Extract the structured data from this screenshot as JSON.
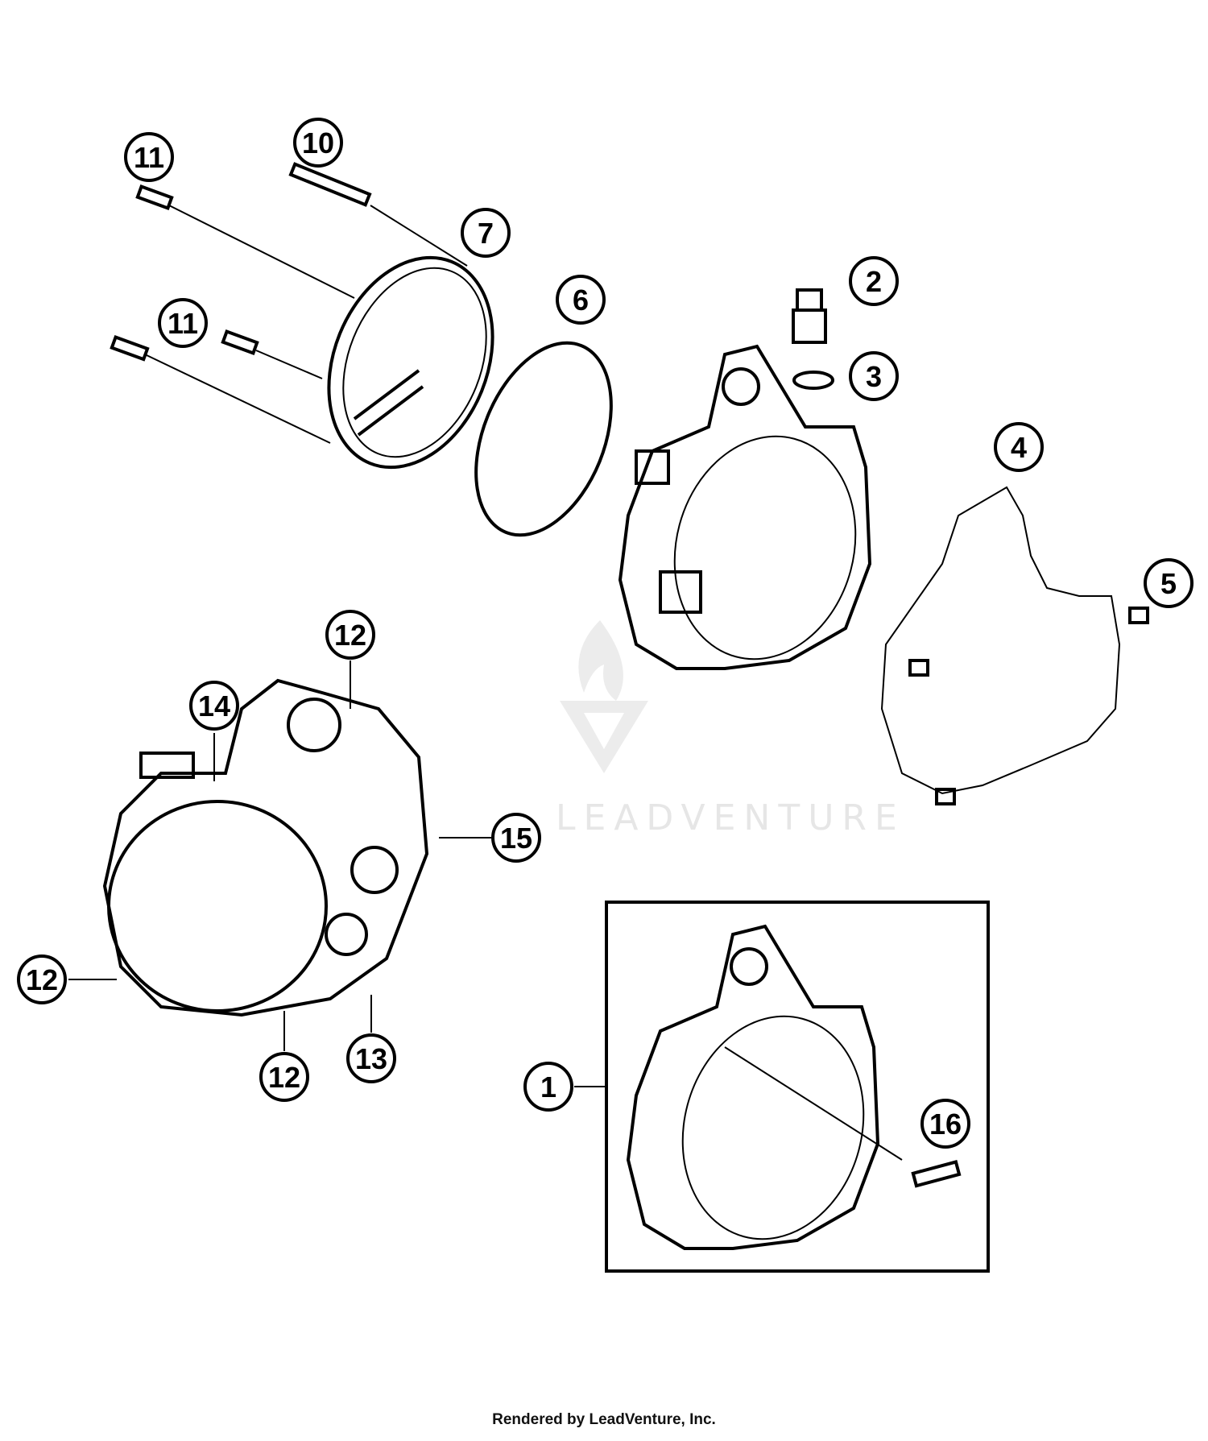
{
  "watermark": {
    "brand": "LEADVENTURE"
  },
  "footer": {
    "text": "Rendered by LeadVenture, Inc."
  },
  "colors": {
    "line": "#000000",
    "background": "#ffffff",
    "watermark": "#e6e6e6"
  },
  "callouts": [
    {
      "label": "11"
    },
    {
      "label": "10"
    },
    {
      "label": "7"
    },
    {
      "label": "6"
    },
    {
      "label": "2"
    },
    {
      "label": "3"
    },
    {
      "label": "11"
    },
    {
      "label": "4"
    },
    {
      "label": "5"
    },
    {
      "label": "12"
    },
    {
      "label": "14"
    },
    {
      "label": "15"
    },
    {
      "label": "12"
    },
    {
      "label": "12"
    },
    {
      "label": "13"
    },
    {
      "label": "1"
    },
    {
      "label": "16"
    }
  ]
}
